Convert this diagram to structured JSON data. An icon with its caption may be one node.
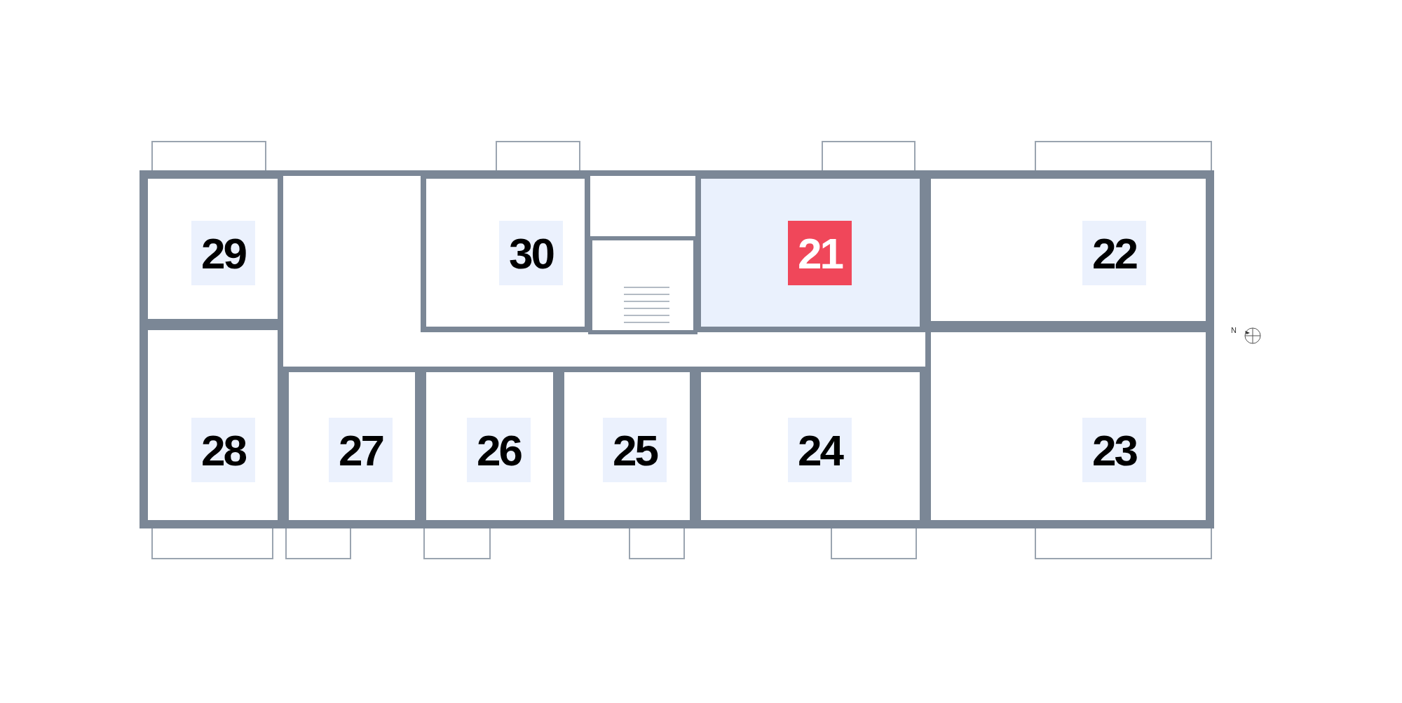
{
  "diagram": {
    "nodes": [
      {
        "text": [
          "29"
        ]
      },
      {
        "text": [
          "30"
        ]
      },
      {
        "text": [
          "21"
        ]
      },
      {
        "text": [
          "22"
        ]
      },
      {
        "text": [
          "28"
        ]
      },
      {
        "text": [
          "27"
        ]
      },
      {
        "text": [
          "26"
        ]
      },
      {
        "text": [
          "25"
        ]
      },
      {
        "text": [
          "24"
        ]
      },
      {
        "text": [
          "23"
        ]
      }
    ],
    "labels": [
      "N"
    ]
  }
}
